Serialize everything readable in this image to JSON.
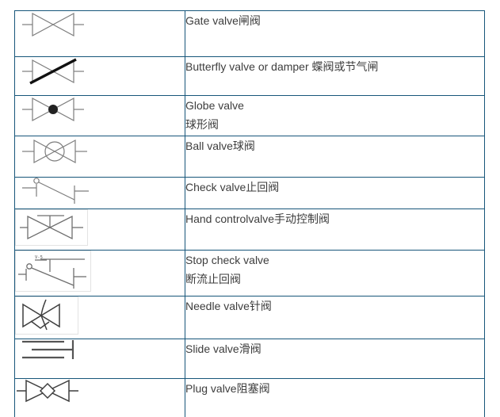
{
  "table": {
    "colors": {
      "border": "#17567a",
      "text": "#3d3d3d",
      "symbol_light": "#7d7d7d",
      "symbol_dark": "#3e3e3e",
      "butterfly_disc": "#111111"
    },
    "rows": [
      {
        "name": "gate-valve",
        "line1": "Gate valve闸阀"
      },
      {
        "name": "butterfly-valve",
        "line1": "Butterfly valve or damper 蝶阀或节气闸"
      },
      {
        "name": "globe-valve",
        "line1": "Globe valve",
        "line2": "球形阀"
      },
      {
        "name": "ball-valve",
        "line1": "Ball valve球阀"
      },
      {
        "name": "check-valve",
        "line1": "Check valve止回阀"
      },
      {
        "name": "hand-control-valve",
        "line1": "Hand controlvalve手动控制阀"
      },
      {
        "name": "stop-check-valve",
        "line1": "Stop check valve",
        "line2": "断流止回阀",
        "symbol_label": "V-5"
      },
      {
        "name": "needle-valve",
        "line1": "Needle valve针阀"
      },
      {
        "name": "slide-valve",
        "line1": "Slide valve滑阀"
      },
      {
        "name": "plug-valve",
        "line1": "Plug valve阻塞阀"
      }
    ]
  }
}
